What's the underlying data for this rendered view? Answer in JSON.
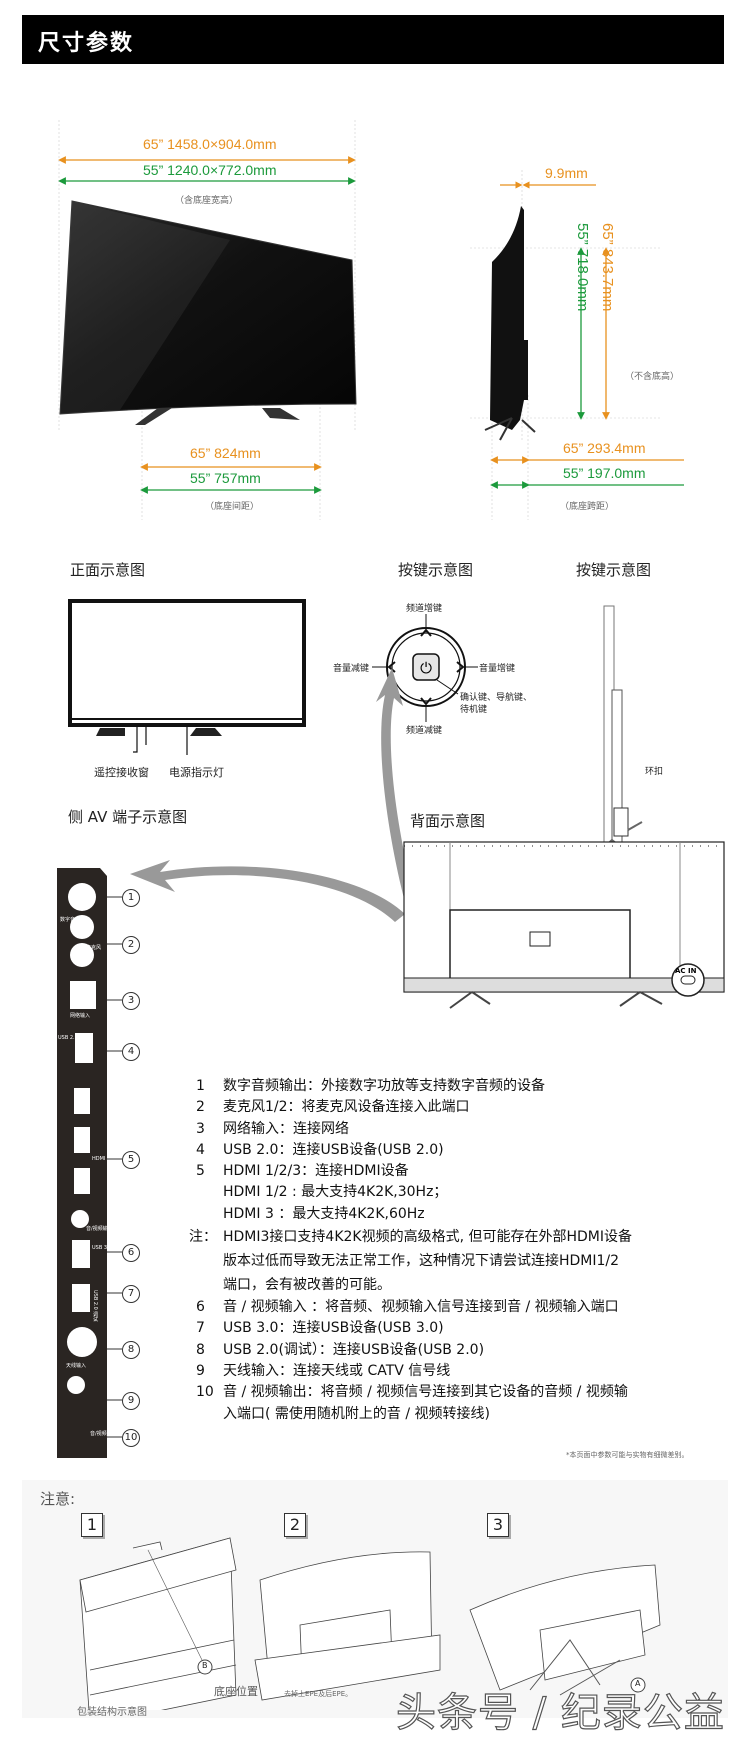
{
  "header": {
    "title": "尺寸参数"
  },
  "colors": {
    "orange": "#e8911f",
    "green": "#1c9a3c",
    "header_bg": "#000000"
  },
  "front_dims": {
    "overall_65": "65” 1458.0×904.0mm",
    "overall_55": "55” 1240.0×772.0mm",
    "overall_note": "（含底座宽高）",
    "stand_65": "65” 824mm",
    "stand_55": "55” 757mm",
    "stand_note": "（底座间距）"
  },
  "side_dims": {
    "thickness": "9.9mm",
    "height_55": "55” 718.0mm",
    "height_65": "65” 843.7mm",
    "height_note": "（不含底高）",
    "depth_65": "65” 293.4mm",
    "depth_55": "55” 197.0mm",
    "depth_note": "（底座跨距）"
  },
  "diagrams": {
    "front_title": "正面示意图",
    "keys_title": "按键示意图",
    "keys_side_title": "按键示意图",
    "remote_window": "遥控接收窗",
    "power_led": "电源指示灯",
    "ch_up": "频道增键",
    "ch_down": "频道减键",
    "vol_down": "音量减键",
    "vol_up": "音量增键",
    "ok_keys_1": "确认键、导航键、",
    "ok_keys_2": "待机键",
    "ring_clip": "环扣",
    "side_av_title": "侧 AV 端子示意图",
    "back_title": "背面示意图",
    "ac_in": "AC IN"
  },
  "ports": {
    "labels": [
      "数字音频输出",
      "麦克风",
      "网络输入",
      "USB 2.0",
      "HDMI",
      "音/视频输入",
      "USB 3.0",
      "USB 2.0 调试",
      "天线输入",
      "音/视频输出"
    ],
    "numbers": [
      "1",
      "2",
      "3",
      "4",
      "5",
      "6",
      "7",
      "8",
      "9",
      "10"
    ]
  },
  "port_list": [
    {
      "n": "1",
      "text": "数字音频输出：外接数字功放等支持数字音频的设备"
    },
    {
      "n": "2",
      "text": "麦克风1/2：将麦克风设备连接入此端口"
    },
    {
      "n": "3",
      "text": "网络输入：连接网络"
    },
    {
      "n": "4",
      "text": "USB 2.0：连接USB设备(USB 2.0)"
    },
    {
      "n": "5",
      "text": "HDMI 1/2/3：连接HDMI设备"
    },
    {
      "n": "",
      "text": "HDMI 1/2 : 最大支持4K2K,30Hz；"
    },
    {
      "n": "",
      "text": "HDMI 3 ：最大支持4K2K,60Hz"
    }
  ],
  "hdmi_note": {
    "prefix": "注：",
    "lines": [
      "HDMI3接口支持4K2K视频的高级格式, 但可能存在外部HDMI设备",
      "版本过低而导致无法正常工作，这种情况下请尝试连接HDMI1/2",
      "端口，会有被改善的可能。"
    ]
  },
  "port_list_2": [
    {
      "n": "6",
      "text": "音 / 视频输入 ：将音频、视频输入信号连接到音 / 视频输入端口"
    },
    {
      "n": "7",
      "text": "USB 3.0：连接USB设备(USB 3.0)"
    },
    {
      "n": "8",
      "text": "USB 2.0(调试）：连接USB设备(USB 2.0)"
    },
    {
      "n": "9",
      "text": "天线输入：连接天线或 CATV 信号线"
    },
    {
      "n": "10",
      "text": "音 / 视频输出：将音频 / 视频信号连接到其它设备的音频 / 视频输"
    },
    {
      "n": "",
      "text": "入端口( 需使用随机附上的音 / 视频转接线)"
    }
  ],
  "footnote": "*本页面中参数可能与实物有细微差别。",
  "notice": {
    "title": "注意:",
    "steps": [
      "1",
      "2",
      "3"
    ],
    "base_position": "底座位置",
    "marker_b": "B",
    "marker_a": "A",
    "packing_caption": "包装结构示意图",
    "step2_caption": "去掉上EPE及后EPE。"
  },
  "watermark": "头条号 / 纪录公益"
}
